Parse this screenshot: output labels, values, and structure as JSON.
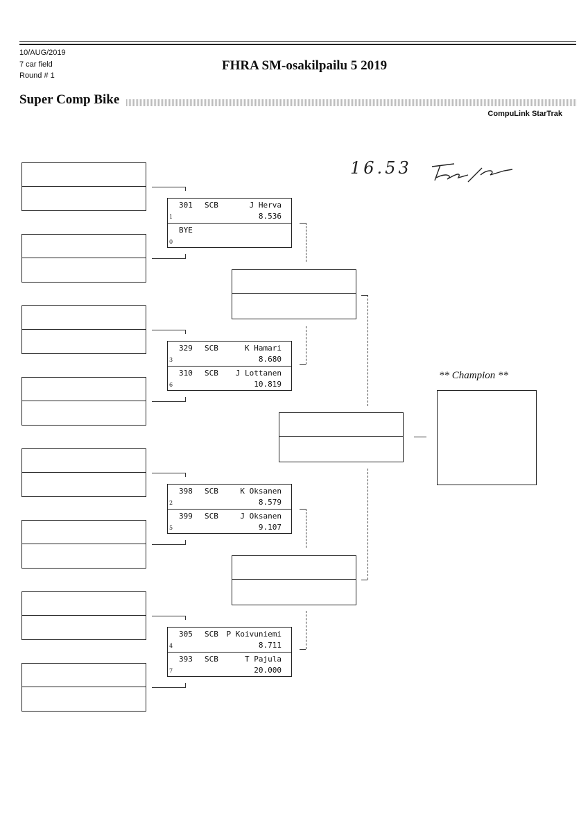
{
  "header": {
    "date": "10/AUG/2019",
    "field": "7 car field",
    "round": "Round # 1",
    "title": "FHRA SM-osakilpailu 5  2019",
    "class_name": "Super Comp Bike",
    "software": "CompuLink StarTrak"
  },
  "handwritten": {
    "time": "16.53",
    "signature": "signature"
  },
  "matches": [
    {
      "top": {
        "number": "301",
        "class": "SCB",
        "name": "J Herva",
        "et": "8.536",
        "seed": "1"
      },
      "bottom": {
        "number": "BYE",
        "class": "",
        "name": "",
        "et": "",
        "seed": "0"
      }
    },
    {
      "top": {
        "number": "329",
        "class": "SCB",
        "name": "K Hamari",
        "et": "8.680",
        "seed": "3"
      },
      "bottom": {
        "number": "310",
        "class": "SCB",
        "name": "J Lottanen",
        "et": "10.819",
        "seed": "6"
      }
    },
    {
      "top": {
        "number": "398",
        "class": "SCB",
        "name": "K Oksanen",
        "et": "8.579",
        "seed": "2"
      },
      "bottom": {
        "number": "399",
        "class": "SCB",
        "name": "J Oksanen",
        "et": "9.107",
        "seed": "5"
      }
    },
    {
      "top": {
        "number": "305",
        "class": "SCB",
        "name": "P Koivuniemi",
        "et": "8.711",
        "seed": "4"
      },
      "bottom": {
        "number": "393",
        "class": "SCB",
        "name": "T Pajula",
        "et": "20.000",
        "seed": "7"
      }
    }
  ],
  "champion_label": "** Champion **"
}
